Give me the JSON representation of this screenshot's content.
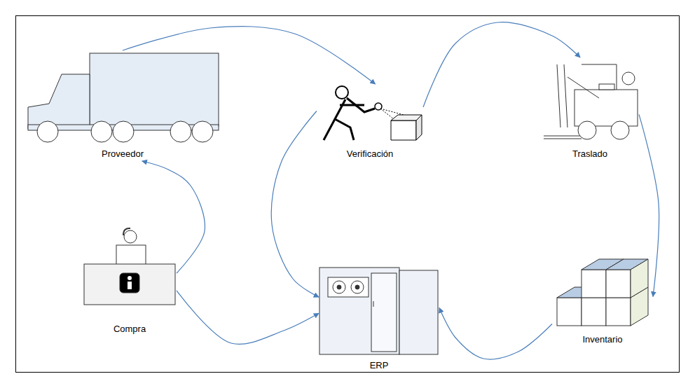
{
  "diagram": {
    "nodes": [
      {
        "text": [
          "Proveedor"
        ]
      },
      {
        "text": [
          "Verificación"
        ]
      },
      {
        "text": [
          "Traslado"
        ]
      },
      {
        "text": [
          "Compra"
        ]
      },
      {
        "text": [
          "ERP"
        ]
      },
      {
        "text": [
          "Inventario"
        ]
      }
    ],
    "edges": [
      {
        "from": 3,
        "to": 0,
        "arrow": "to"
      },
      {
        "from": 0,
        "to": 1,
        "arrow": "to"
      },
      {
        "from": 1,
        "to": 2,
        "arrow": "to"
      },
      {
        "from": 2,
        "to": 5,
        "arrow": "to"
      },
      {
        "from": 5,
        "to": 4,
        "arrow": "to"
      },
      {
        "from": 3,
        "to": 4,
        "arrow": "to"
      },
      {
        "from": 1,
        "to": 4,
        "arrow": "to"
      }
    ]
  }
}
